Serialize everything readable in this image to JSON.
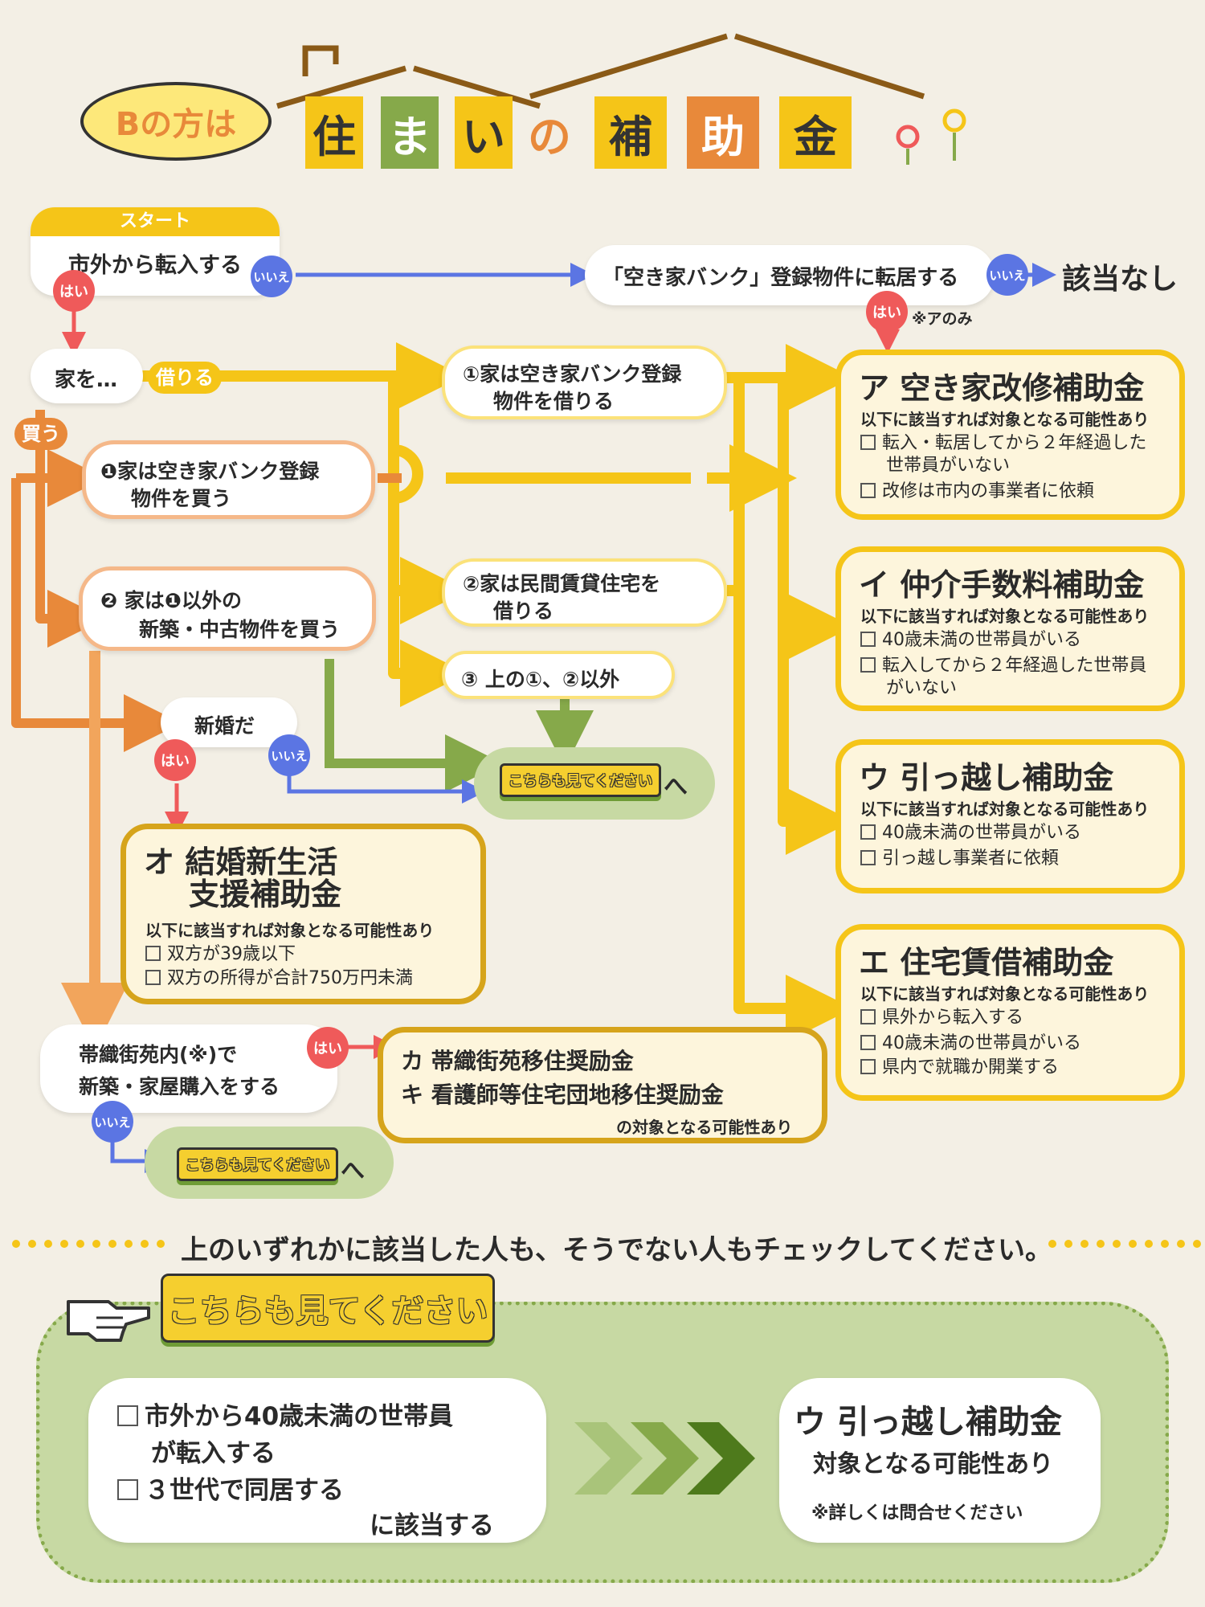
{
  "header": {
    "badge": "Bの方は",
    "title_chars": [
      "住",
      "ま",
      "い",
      "の",
      "補",
      "助",
      "金"
    ]
  },
  "flow": {
    "start_label": "スタート",
    "q_move_in": "市外から転入する",
    "q_akiya": "「空き家バンク」登録物件に転居する",
    "result_none": "該当なし",
    "note_a_only": "※アのみ",
    "q_house": "家を…",
    "rent_label": "借りる",
    "buy_label": "買う",
    "opt_rent1": [
      "①家は空き家バンク登録",
      "物件を借りる"
    ],
    "opt_buy1": [
      "❶家は空き家バンク登録",
      "物件を買う"
    ],
    "opt_rent2": [
      "②家は民間賃貸住宅を",
      "借りる"
    ],
    "opt_buy2": [
      "❷ 家は❶以外の",
      "新築・中古物件を買う"
    ],
    "opt_rent3": "③ 上の①、②以外",
    "q_married": "新婚だ",
    "q_obi": [
      "帯織街苑内(※)で",
      "新築・家屋購入をする"
    ],
    "see_here": "こちらも見てください",
    "see_suffix": "へ",
    "yes": "はい",
    "no": "いいえ"
  },
  "subsidies": {
    "a": {
      "title": "ア 空き家改修補助金",
      "sub": "以下に該当すれば対象となる可能性あり",
      "items": [
        "転入・転居してから２年経過した",
        "世帯員がいない",
        "改修は市内の事業者に依頼"
      ]
    },
    "i": {
      "title": "イ 仲介手数料補助金",
      "sub": "以下に該当すれば対象となる可能性あり",
      "items": [
        "40歳未満の世帯員がいる",
        "転入してから２年経過した世帯員",
        "がいない"
      ]
    },
    "u": {
      "title": "ウ 引っ越し補助金",
      "sub": "以下に該当すれば対象となる可能性あり",
      "items": [
        "40歳未満の世帯員がいる",
        "引っ越し事業者に依頼"
      ]
    },
    "e": {
      "title": "エ 住宅賃借補助金",
      "sub": "以下に該当すれば対象となる可能性あり",
      "items": [
        "県外から転入する",
        "40歳未満の世帯員がいる",
        "県内で就職か開業する"
      ]
    },
    "o": {
      "title": [
        "オ 結婚新生活",
        "支援補助金"
      ],
      "sub": "以下に該当すれば対象となる可能性あり",
      "items": [
        "双方が39歳以下",
        "双方の所得が合計750万円未満"
      ]
    },
    "kaki": {
      "lines": [
        "カ 帯織街苑移住奨励金",
        "キ 看護師等住宅団地移住奨励金"
      ],
      "note": "の対象となる可能性あり"
    }
  },
  "bottom": {
    "banner": "上のいずれかに該当した人も、そうでない人もチェックしてください。",
    "see_title": "こちらも見てください",
    "cond_lines": [
      "市外から40歳未満の世帯員",
      "が転入する",
      "３世代で同居する",
      "に該当する"
    ],
    "result_title": "ウ 引っ越し補助金",
    "result_sub": "対象となる可能性あり",
    "result_note": "※詳しくは問合せください"
  },
  "colors": {
    "yellow": "#f5c518",
    "orange": "#e8893a",
    "green": "#86a94a",
    "red": "#ef5a5a",
    "blue": "#5b75e3"
  }
}
